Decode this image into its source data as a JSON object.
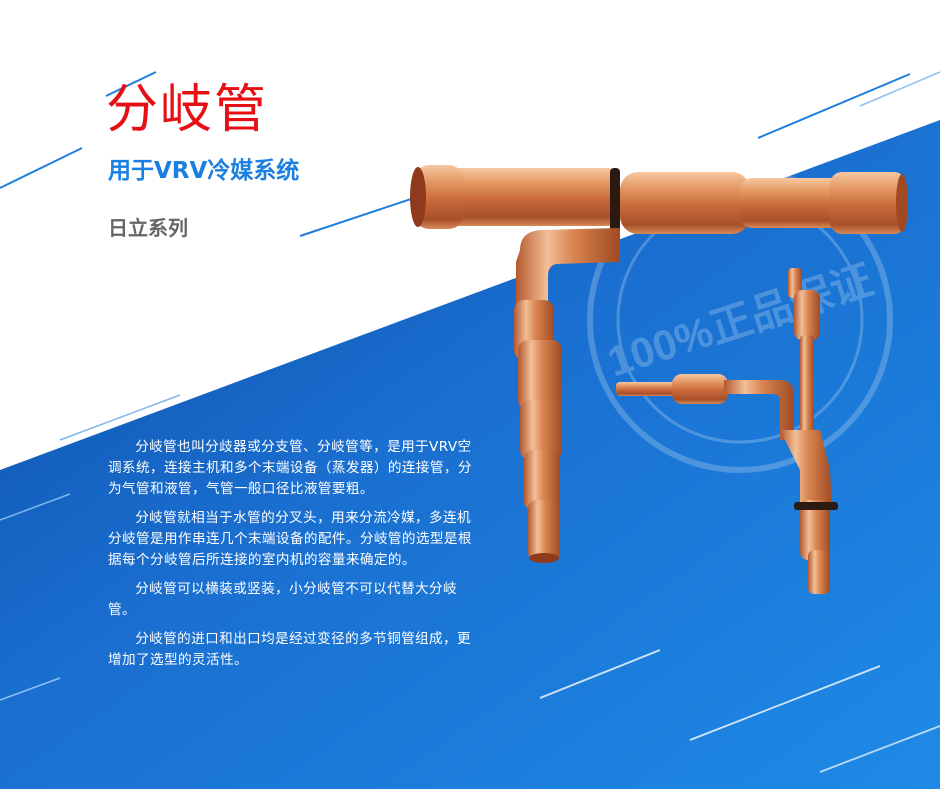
{
  "header": {
    "title": "分岐管",
    "subtitle": "用于VRV冷媒系统",
    "series": "日立系列"
  },
  "description": {
    "paragraphs": [
      "分岐管也叫分歧器或分支管、分岐管等，是用于VRV空调系统，连接主机和多个末端设备（蒸发器）的连接管，分为气管和液管，气管一般口径比液管要粗。",
      "分岐管就相当于水管的分叉头，用来分流冷媒，多连机分岐管是用作串连几个末端设备的配件。分岐管的选型是根据每个分岐管后所连接的室内机的容量来确定的。",
      "分岐管可以横装或竖装，小分岐管不可以代替大分岐管。",
      "分岐管的进口和出口均是经过变径的多节铜管组成，更增加了选型的灵活性。"
    ]
  },
  "watermark": {
    "seal_text": "100%正品保证"
  },
  "colors": {
    "title": "#e60f14",
    "subtitle": "#1a7fe0",
    "series": "#666666",
    "band_dark": "#0b4ba6",
    "band_light": "#1e88e0",
    "copper": "#d9804f"
  }
}
